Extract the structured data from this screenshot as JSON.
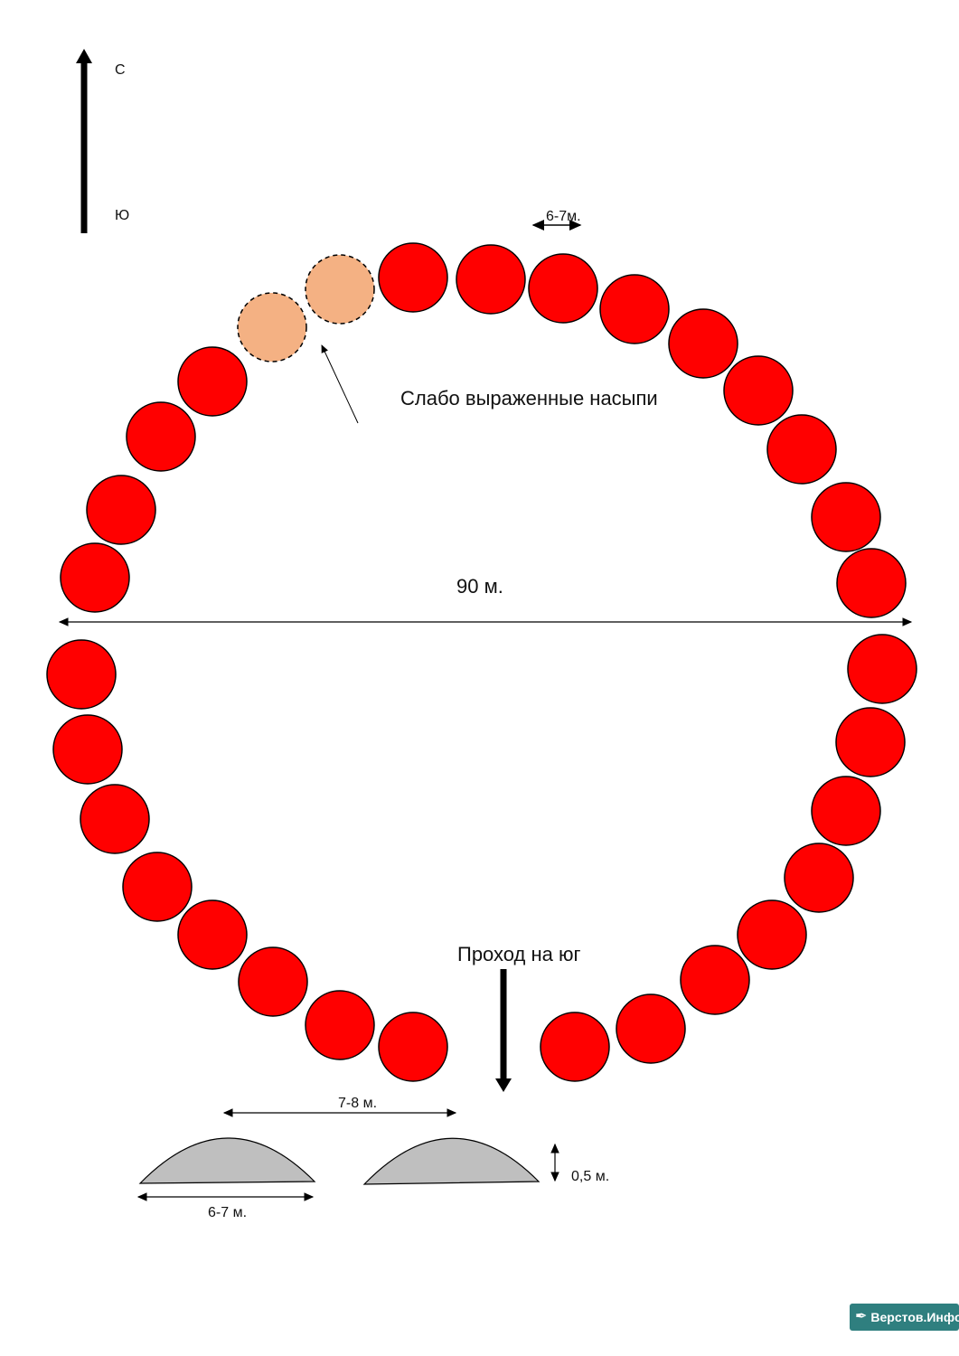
{
  "labels": {
    "north": "С",
    "south": "Ю",
    "spacing": "6-7м.",
    "weak_mounds": "Слабо выраженные насыпи",
    "diameter": "90 м.",
    "south_passage": "Проход на юг",
    "gap_width": "7-8 м.",
    "mound_width": "6-7 м.",
    "mound_height": "0,5 м."
  },
  "colors": {
    "mound": "#ff0000",
    "weak_mound": "#f4b183",
    "profile": "#bfbfbf",
    "stroke": "#000000",
    "watermark_bg": "#2f7f7f"
  },
  "legend_items": [
    {
      "type": "mound",
      "color": "#ff0000",
      "outline": "solid"
    },
    {
      "type": "weak-mound",
      "color": "#f4b183",
      "outline": "dashed"
    }
  ],
  "watermark": {
    "icon": "feather-icon",
    "text": "Верстов.Инфо"
  }
}
